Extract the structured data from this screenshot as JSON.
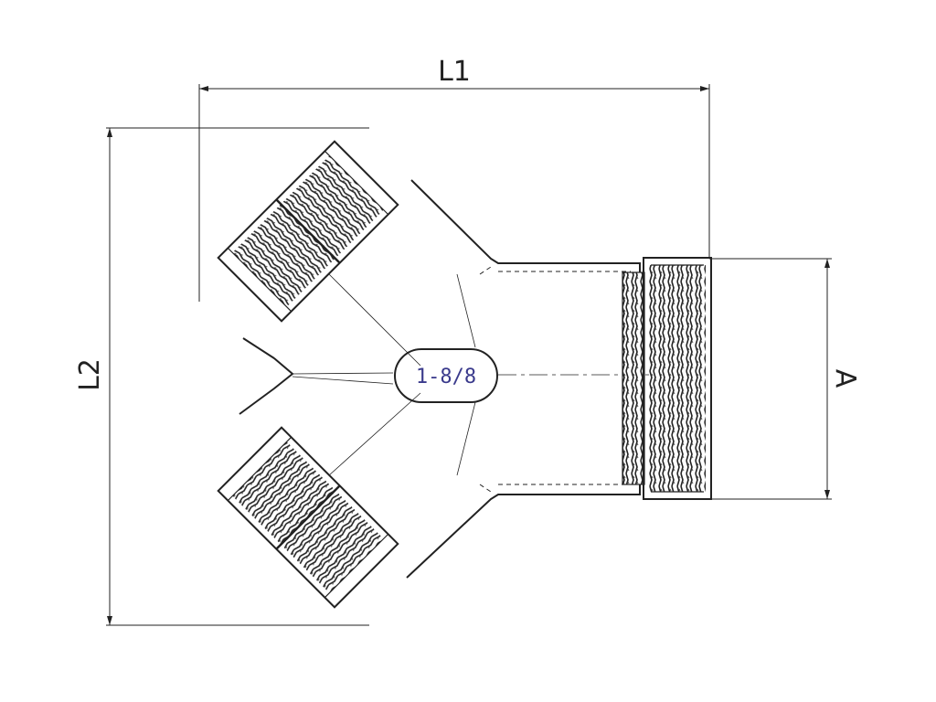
{
  "dimensions": {
    "l1": "L1",
    "l2": "L2",
    "a": "A"
  },
  "marking": "1-8/8",
  "colors": {
    "ink": "#222222",
    "marking": "#3a3a8c",
    "background": "#ffffff"
  }
}
